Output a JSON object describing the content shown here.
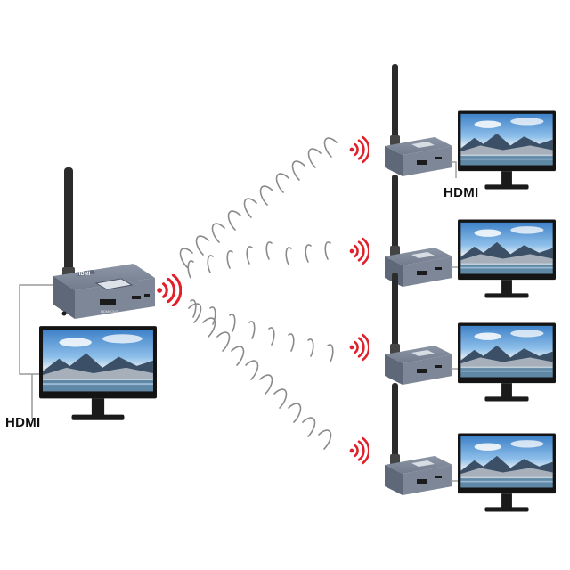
{
  "transmitter": {
    "brand_text": "HDMI",
    "port_label": "HDMI",
    "output_label": "HDMI OUT",
    "hdmi_label": "HDMI"
  },
  "receivers": [
    {
      "hdmi_label": "HDMI"
    },
    {
      "hdmi_label": ""
    },
    {
      "hdmi_label": ""
    },
    {
      "hdmi_label": ""
    }
  ],
  "colors": {
    "device_body": "#7d8797",
    "device_dark": "#5f6878",
    "antenna": "#2b2b2b",
    "wifi_red": "#e0202a",
    "wave_gray": "#8a8a8a",
    "cable": "#9a9a9a",
    "monitor_frame": "#141414"
  },
  "icons": [
    "wifi-signal-icon",
    "hdmi-port-icon",
    "antenna-icon",
    "monitor-icon"
  ]
}
